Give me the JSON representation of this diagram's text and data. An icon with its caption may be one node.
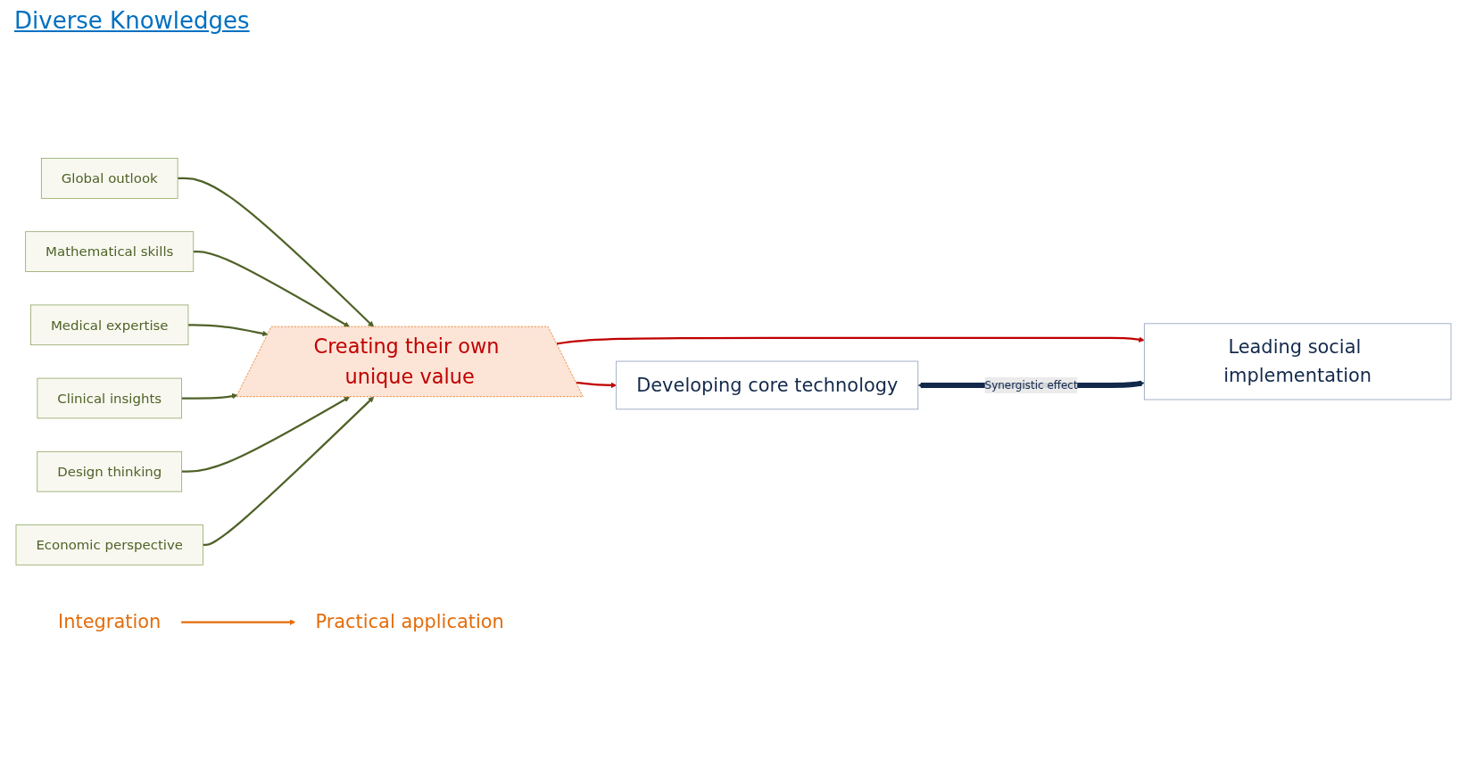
{
  "diagram": {
    "title": "Diverse Knowledges",
    "nodes": [
      {
        "text": [
          "Global outlook"
        ]
      },
      {
        "text": [
          "Mathematical skills"
        ]
      },
      {
        "text": [
          "Medical expertise"
        ]
      },
      {
        "text": [
          "Creating their own unique value"
        ]
      },
      {
        "text": [
          "Clinical insights"
        ]
      },
      {
        "text": [
          "Design thinking"
        ]
      },
      {
        "text": [
          "Economic perspective"
        ]
      },
      {
        "text": [
          "Developing core technology"
        ]
      },
      {
        "text": [
          "Leading social implementation"
        ]
      },
      {
        "text": [
          "Integration"
        ]
      },
      {
        "text": [
          "Practical application"
        ]
      }
    ],
    "edges": [
      {
        "from": 0,
        "to": 3,
        "arrow": "to"
      },
      {
        "from": 1,
        "to": 3,
        "arrow": "to"
      },
      {
        "from": 2,
        "to": 3,
        "arrow": "to"
      },
      {
        "from": 4,
        "to": 3,
        "arrow": "to"
      },
      {
        "from": 5,
        "to": 3,
        "arrow": "to"
      },
      {
        "from": 6,
        "to": 3,
        "arrow": "to"
      },
      {
        "from": 3,
        "to": 7,
        "arrow": "to",
        "color": "#c00000"
      },
      {
        "from": 3,
        "to": 8,
        "arrow": "to",
        "color": "#c00000"
      },
      {
        "from": 7,
        "to": 8,
        "arrow": "both",
        "label": "Synergistic effect",
        "style": "thick",
        "color": "#13294b"
      },
      {
        "from": 9,
        "to": 10,
        "arrow": "to",
        "color": "#e46c0a"
      }
    ]
  }
}
